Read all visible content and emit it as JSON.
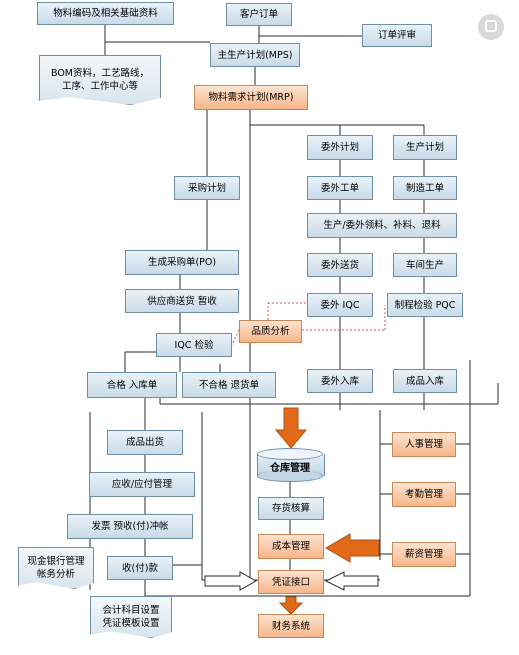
{
  "boxes": {
    "material_master": "物料编码及相关基础资料",
    "customer_order": "客户订单",
    "order_review": "订单评审",
    "mps": "主生产计划(MPS)",
    "mrp": "物料需求计划(MRP)",
    "outsourcing_plan": "委外计划",
    "production_plan": "生产计划",
    "purchase_plan": "采购计划",
    "outsourcing_order": "委外工单",
    "manufacturing_order": "制造工单",
    "material_issue": "生产/委外领料、补料、退料",
    "generate_po": "生成采购单(PO)",
    "outsourcing_delivery": "委外送货",
    "workshop_production": "车间生产",
    "supplier_delivery": "供应商送货  暂收",
    "outsourcing_iqc": "委外 IQC",
    "process_pqc": "制程检验 PQC",
    "quality_analysis": "品质分析",
    "iqc_inspection": "IQC 检验",
    "qualified_receipt": "合格  入库单",
    "rejected_return": "不合格  退货单",
    "outsourcing_receipt": "委外入库",
    "finished_receipt": "成品入库",
    "finished_shipment": "成品出货",
    "warehouse": "仓库管理",
    "hr": "人事管理",
    "ar_ap": "应收/应付管理",
    "inventory_costing": "存货核算",
    "attendance": "考勤管理",
    "invoice": "发票  预收(付)冲帐",
    "cost_management": "成本管理",
    "payroll": "薪资管理",
    "collect_pay": "收(付)款",
    "voucher_interface": "凭证接口",
    "finance_system": "财务系统"
  },
  "docs": {
    "bom_line1": "BOM资料，工艺路线，",
    "bom_line2": "工序、工作中心等",
    "cash_line1": "现金银行管理",
    "cash_line2": "帐务分析",
    "acct_line1": "会计科目设置",
    "acct_line2": "凭证模板设置"
  },
  "colors": {
    "box_fill": "#c9dbe8",
    "box_border": "#6f8fa6",
    "highlight_fill": "#f6b68a",
    "arrow": "#e06a1a",
    "line": "#2b2b2b",
    "dotted_link": "#d9534f"
  }
}
